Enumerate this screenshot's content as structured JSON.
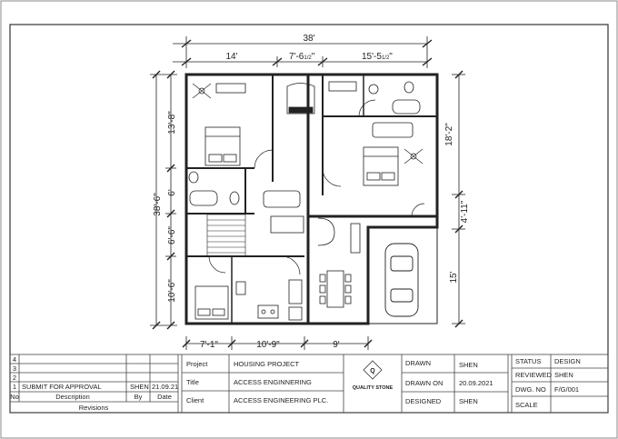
{
  "plan": {
    "dims": {
      "overall_width": "38'",
      "top_left": "14'",
      "top_mid_a": "7'-6",
      "top_mid_frac": "1/2",
      "top_mid_b": "\"",
      "top_right_a": "15'-5",
      "top_right_frac": "1/2",
      "top_right_b": "\"",
      "overall_depth": "38'-6\"",
      "left_1": "13'-8\"",
      "left_2": "6'",
      "left_3": "6'-6\"",
      "left_4": "10'-6\"",
      "right_1": "18'-2\"",
      "right_2": "4'-11\"",
      "right_3": "15'",
      "bottom_1": "7'-1\"",
      "bottom_2": "10'-9\"",
      "bottom_3": "9'"
    }
  },
  "revisions": {
    "rows": [
      {
        "no": "4",
        "desc": "",
        "by": "",
        "date": ""
      },
      {
        "no": "3",
        "desc": "",
        "by": "",
        "date": ""
      },
      {
        "no": "2",
        "desc": "",
        "by": "",
        "date": ""
      },
      {
        "no": "1",
        "desc": "SUBMIT FOR APPROVAL",
        "by": "SHEN",
        "date": "21.09.21"
      }
    ],
    "header": {
      "no": "No",
      "desc": "Description",
      "by": "By",
      "date": "Date"
    },
    "caption": "Revisions"
  },
  "project": {
    "project_label": "Project",
    "project_value": "HOUSING PROJECT",
    "title_label": "Title",
    "title_value": "ACCESS ENGINNERING",
    "client_label": "Client",
    "client_value": "ACCESS ENGINEERING PLC."
  },
  "logo": {
    "letter": "Q",
    "text": "QUALITY STONE"
  },
  "drawn": {
    "drawn_label": "DRAWN",
    "drawn_value": "SHEN",
    "drawn_on_label": "DRAWN ON",
    "drawn_on_value": "20.09.2021",
    "designed_label": "DESIGNED",
    "designed_value": "SHEN"
  },
  "status": {
    "status_label": "STATUS",
    "status_value": "DESIGN",
    "reviewed_label": "REVIEWED",
    "reviewed_value": "SHEN",
    "dwg_label": "DWG. NO",
    "dwg_value": "F/G/001",
    "scale_label": "SCALE",
    "scale_value": ""
  }
}
